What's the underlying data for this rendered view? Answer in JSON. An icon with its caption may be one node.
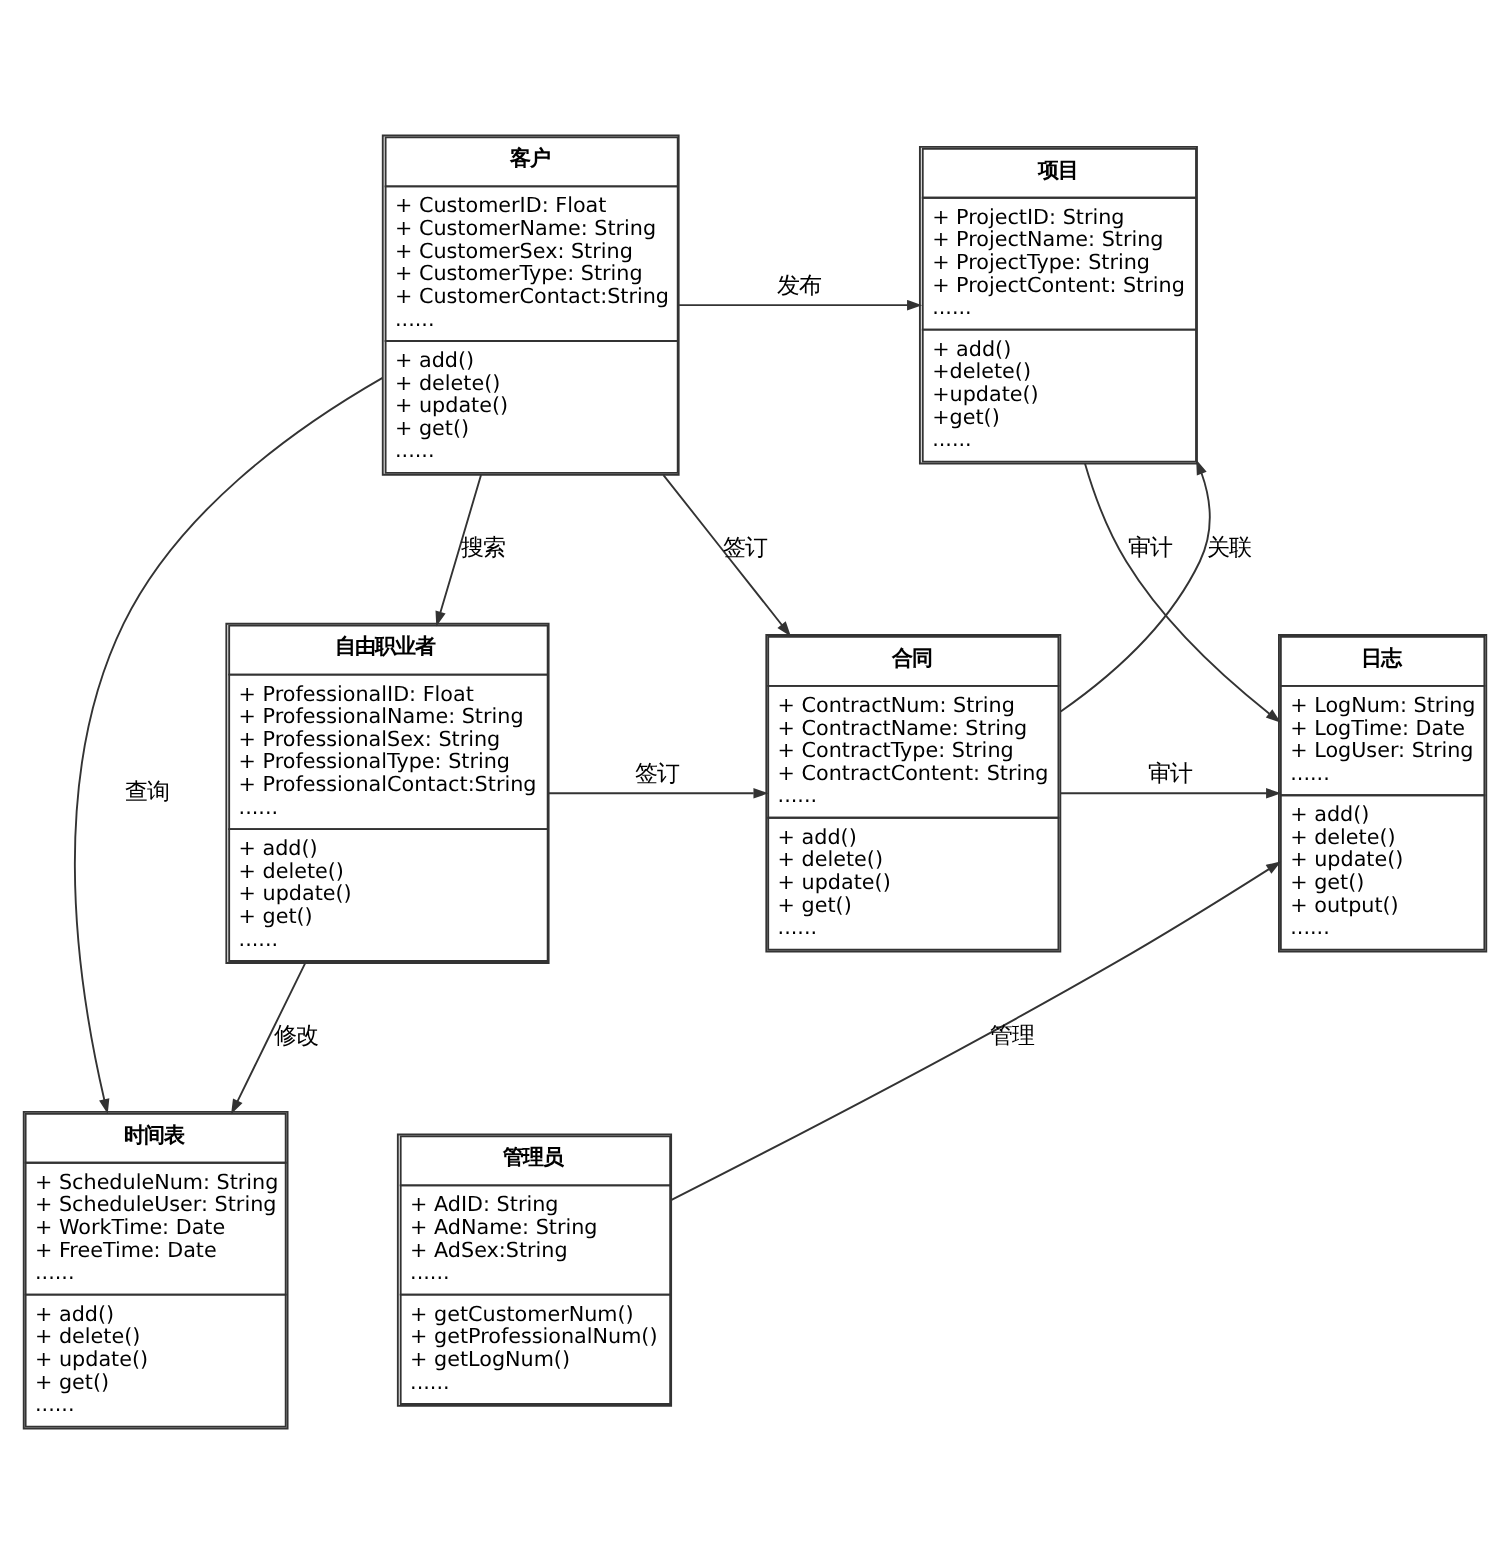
{
  "diagram": {
    "nodes": [
      {
        "text": [
          "客户",
          "+ CustomerID: Float",
          "+ CustomerName: String",
          "+ CustomerSex: String",
          "+ CustomerType: String",
          "+ CustomerContact:String",
          "......",
          "+ add()",
          "+ delete()",
          "+ update()",
          "+ get()",
          "......"
        ]
      },
      {
        "text": [
          "项目",
          "+ ProjectID: String",
          "+ ProjectName: String",
          "+ ProjectType: String",
          "+ ProjectContent: String",
          "......",
          "+ add()",
          "+delete()",
          "+update()",
          "+get()",
          "......"
        ]
      },
      {
        "text": [
          "自由职业者",
          "+ ProfessionalID: Float",
          "+ ProfessionalName: String",
          "+ ProfessionalSex: String",
          "+ ProfessionalType: String",
          "+ ProfessionalContact:String",
          "......",
          "+ add()",
          "+ delete()",
          "+ update()",
          "+ get()",
          "......"
        ]
      },
      {
        "text": [
          "合同",
          "+ ContractNum: String",
          "+ ContractName: String",
          "+ ContractType: String",
          "+ ContractContent: String",
          "......",
          "+ add()",
          "+ delete()",
          "+ update()",
          "+ get()",
          "......"
        ]
      },
      {
        "text": [
          "日志",
          "+ LogNum: String",
          "+ LogTime: Date",
          "+ LogUser: String",
          "......",
          "+ add()",
          "+ delete()",
          "+ update()",
          "+ get()",
          "+ output()",
          "......"
        ]
      },
      {
        "text": [
          "时间表",
          "+ ScheduleNum: String",
          "+ ScheduleUser: String",
          "+ WorkTime: Date",
          "+ FreeTime: Date",
          "......",
          "+ add()",
          "+ delete()",
          "+ update()",
          "+ get()",
          "......"
        ]
      },
      {
        "text": [
          "管理员",
          "+ AdID: String",
          "+ AdName: String",
          "+ AdSex:String",
          "......",
          "+ getCustomerNum()",
          "+ getProfessionalNum()",
          "+ getLogNum()",
          "......"
        ]
      }
    ],
    "edges": [
      {
        "from": 0,
        "to": 1,
        "arrow": "to",
        "label": "发布"
      },
      {
        "from": 0,
        "to": 3,
        "arrow": "to",
        "label": "签订"
      },
      {
        "from": 0,
        "to": 2,
        "arrow": "to",
        "label": "搜索"
      },
      {
        "from": 0,
        "to": 5,
        "arrow": "to",
        "label": "查询"
      },
      {
        "from": 2,
        "to": 3,
        "arrow": "to",
        "label": "签订"
      },
      {
        "from": 3,
        "to": 1,
        "arrow": "to",
        "label": "关联"
      },
      {
        "from": 1,
        "to": 4,
        "arrow": "to",
        "label": "审计"
      },
      {
        "from": 3,
        "to": 4,
        "arrow": "to",
        "label": "审计"
      },
      {
        "from": 2,
        "to": 5,
        "arrow": "to",
        "label": "修改"
      },
      {
        "from": 6,
        "to": 4,
        "arrow": "to",
        "label": "管理"
      }
    ]
  }
}
